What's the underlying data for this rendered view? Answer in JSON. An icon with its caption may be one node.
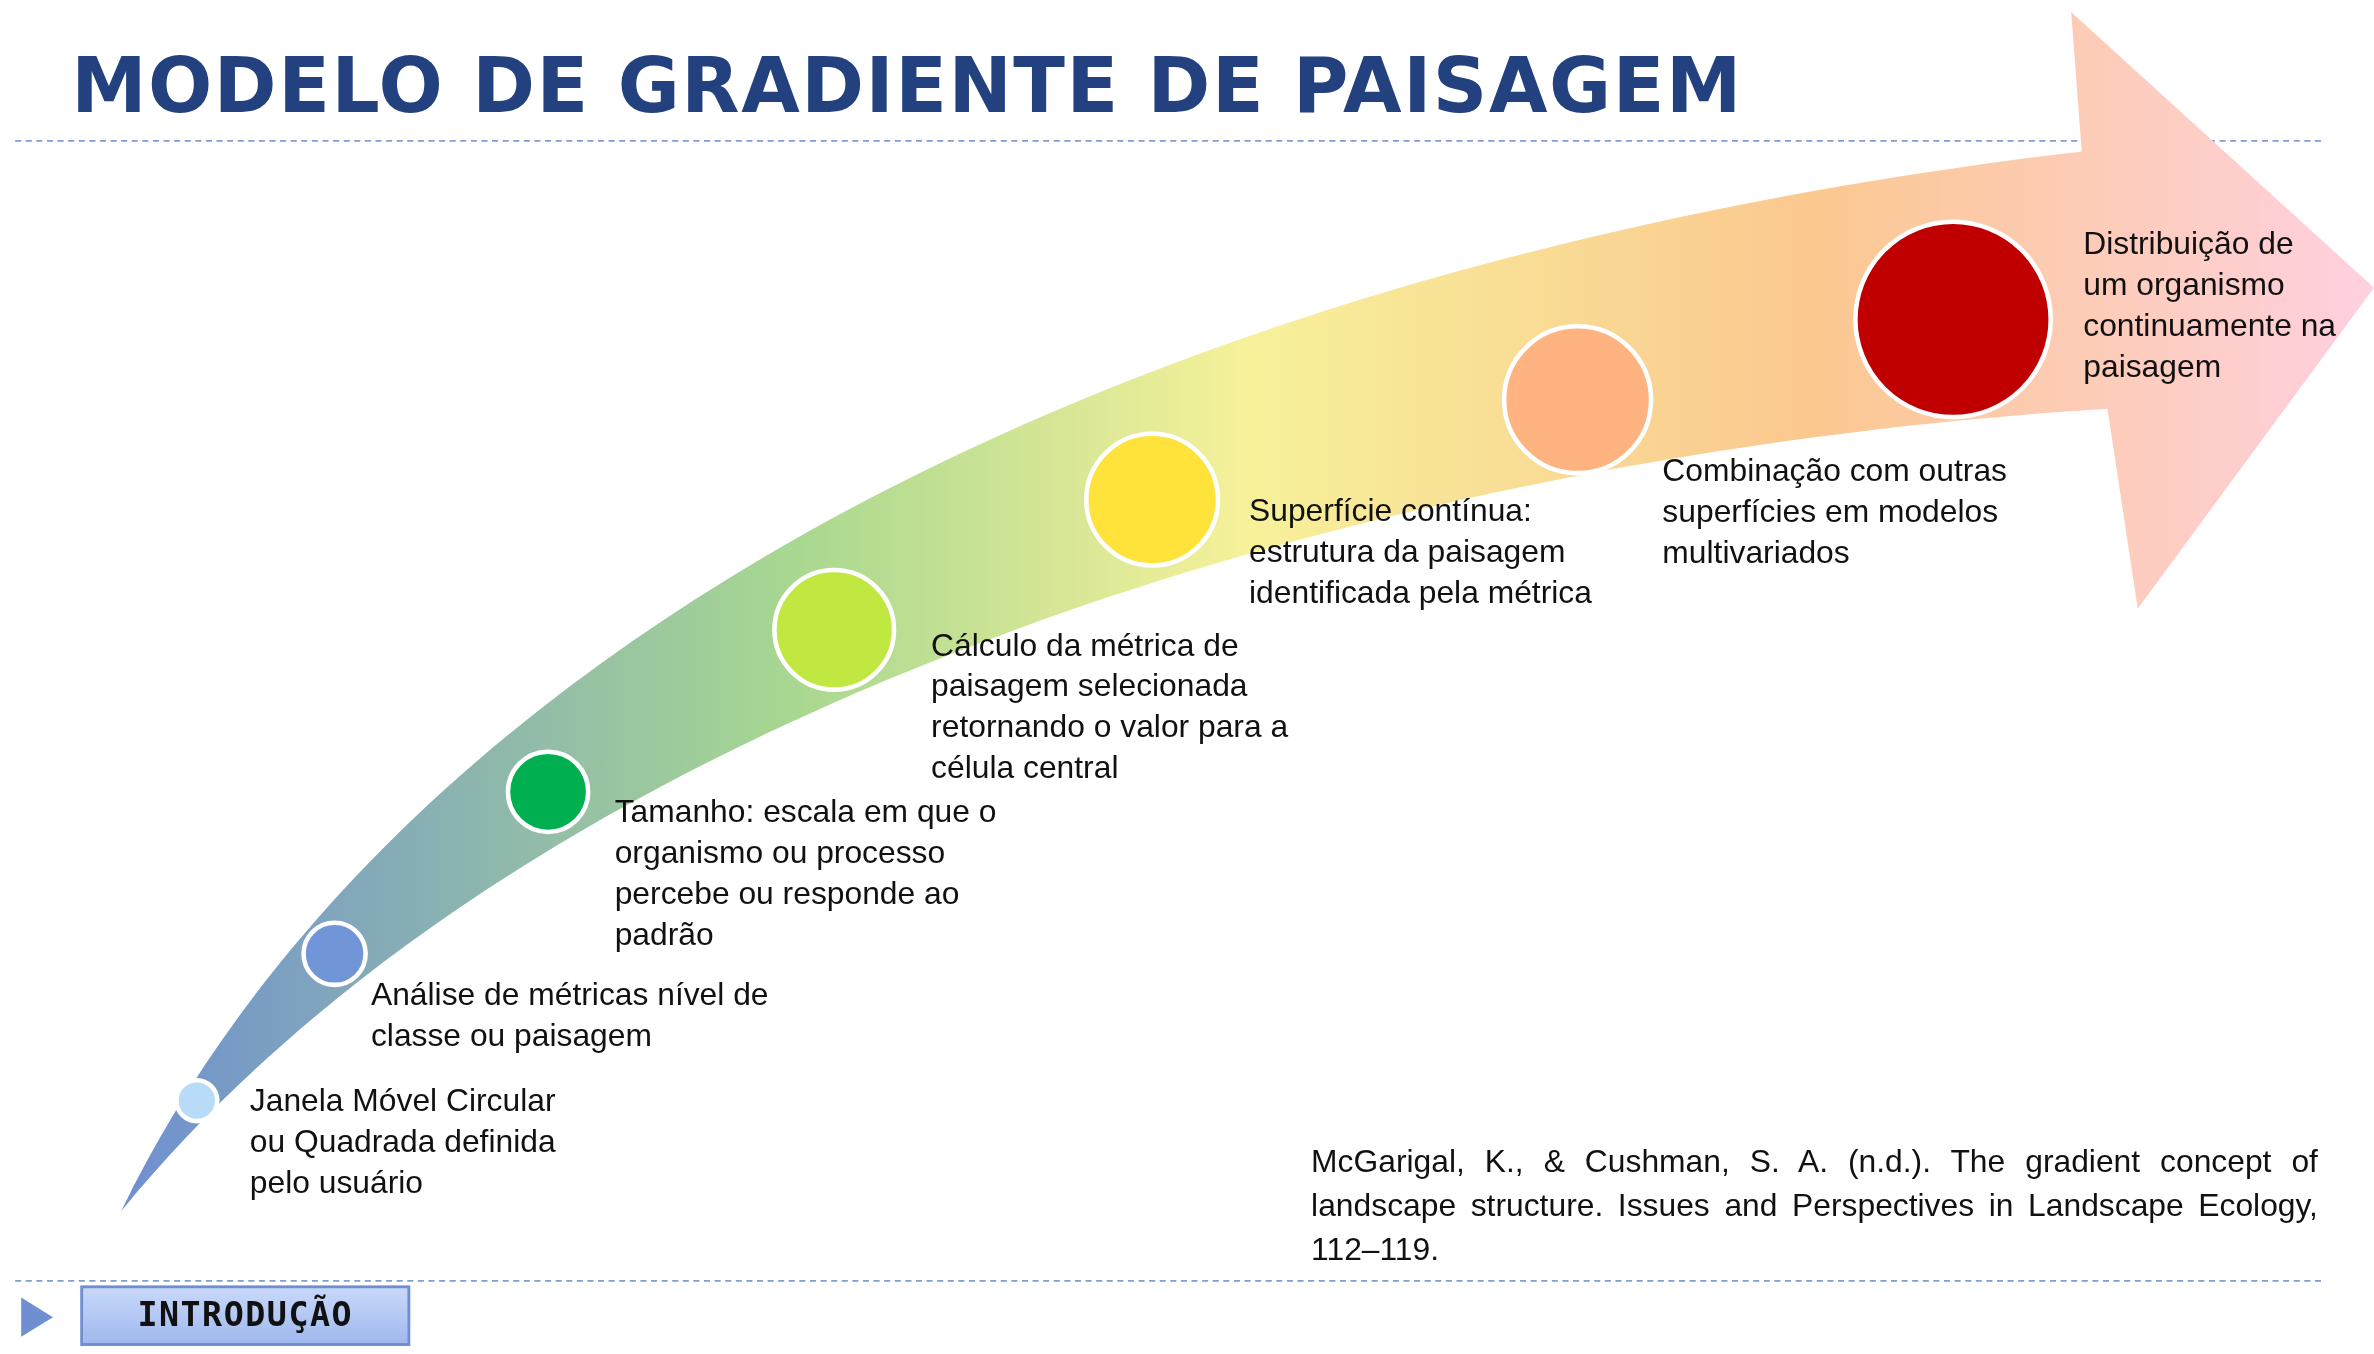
{
  "diagram": {
    "title": "MODELO DE GRADIENTE DE PAISAGEM",
    "nodes": [
      {
        "text": [],
        "shape": "circle",
        "beside": [
          "Janela Móvel Circular ou Quadrada definida pelo usuário"
        ]
      },
      {
        "text": [],
        "shape": "circle",
        "beside": [
          "Análise de métricas nível de classe ou paisagem"
        ]
      },
      {
        "text": [],
        "shape": "circle",
        "beside": [
          "Tamanho: escala em que o organismo ou processo percebe ou responde ao padrão"
        ]
      },
      {
        "text": [],
        "shape": "circle",
        "beside": [
          "Cálculo da métrica de paisagem selecionada retornando o valor para a célula central"
        ]
      },
      {
        "text": [],
        "shape": "circle",
        "beside": [
          "Superfície contínua: estrutura da paisagem identificada pela métrica"
        ]
      },
      {
        "text": [],
        "shape": "circle",
        "beside": [
          "Combinação com outras superfícies em modelos multivariados"
        ]
      },
      {
        "text": [],
        "shape": "circle",
        "beside": [
          "Distribuição de um organismo continuamente na paisagem"
        ]
      }
    ],
    "labels": [
      "McGarigal, K., & Cushman, S. A. (n.d.). The gradient concept of landscape structure. Issues and Perspectives in Landscape Ecology, 112–119.",
      "INTRODUÇÃO"
    ]
  }
}
